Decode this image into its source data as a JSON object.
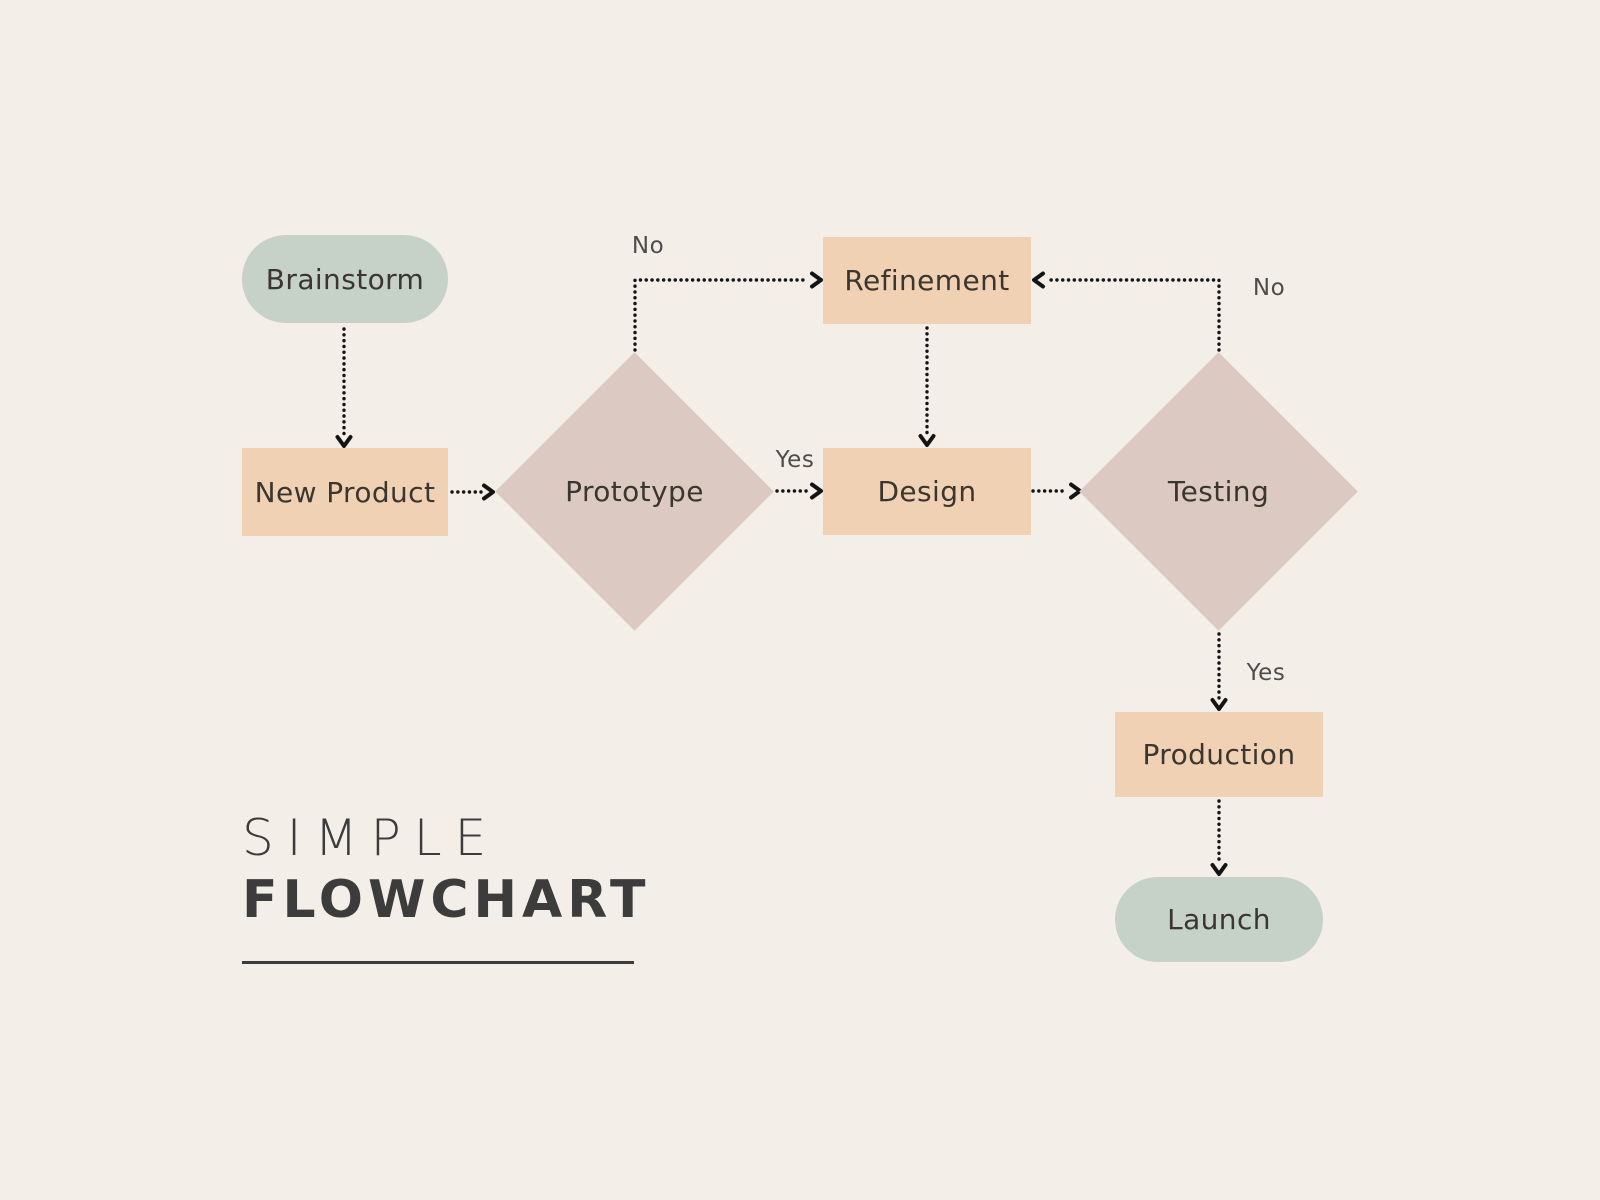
{
  "title": {
    "line1": "SIMPLE",
    "line2": "FLOWCHART"
  },
  "palette": {
    "background": "#f3eee7",
    "sage": "#c6d2c7",
    "peach": "#f0d1b4",
    "mauve": "#dccac2",
    "ink": "#141414",
    "node_text": "#3b362f",
    "label_text": "#4d4d4d",
    "title_text": "#3c3c3c"
  },
  "nodes": [
    {
      "id": "brainstorm",
      "label": "Brainstorm",
      "shape": "terminator",
      "color": "sage"
    },
    {
      "id": "new-product",
      "label": "New Product",
      "shape": "process",
      "color": "peach"
    },
    {
      "id": "prototype",
      "label": "Prototype",
      "shape": "decision",
      "color": "mauve"
    },
    {
      "id": "refinement",
      "label": "Refinement",
      "shape": "process",
      "color": "peach"
    },
    {
      "id": "design",
      "label": "Design",
      "shape": "process",
      "color": "peach"
    },
    {
      "id": "testing",
      "label": "Testing",
      "shape": "decision",
      "color": "mauve"
    },
    {
      "id": "production",
      "label": "Production",
      "shape": "process",
      "color": "peach"
    },
    {
      "id": "launch",
      "label": "Launch",
      "shape": "terminator",
      "color": "sage"
    }
  ],
  "edges": [
    {
      "from": "brainstorm",
      "to": "new-product",
      "label": "",
      "style": "dotted-arrow"
    },
    {
      "from": "new-product",
      "to": "prototype",
      "label": "",
      "style": "dotted-arrow"
    },
    {
      "from": "prototype",
      "to": "refinement",
      "label": "No",
      "style": "dotted-arrow"
    },
    {
      "from": "prototype",
      "to": "design",
      "label": "Yes",
      "style": "dotted-arrow"
    },
    {
      "from": "refinement",
      "to": "design",
      "label": "",
      "style": "dotted-arrow"
    },
    {
      "from": "design",
      "to": "testing",
      "label": "",
      "style": "dotted-arrow"
    },
    {
      "from": "testing",
      "to": "refinement",
      "label": "No",
      "style": "dotted-arrow"
    },
    {
      "from": "testing",
      "to": "production",
      "label": "Yes",
      "style": "dotted-arrow"
    },
    {
      "from": "production",
      "to": "launch",
      "label": "",
      "style": "dotted-arrow"
    }
  ]
}
